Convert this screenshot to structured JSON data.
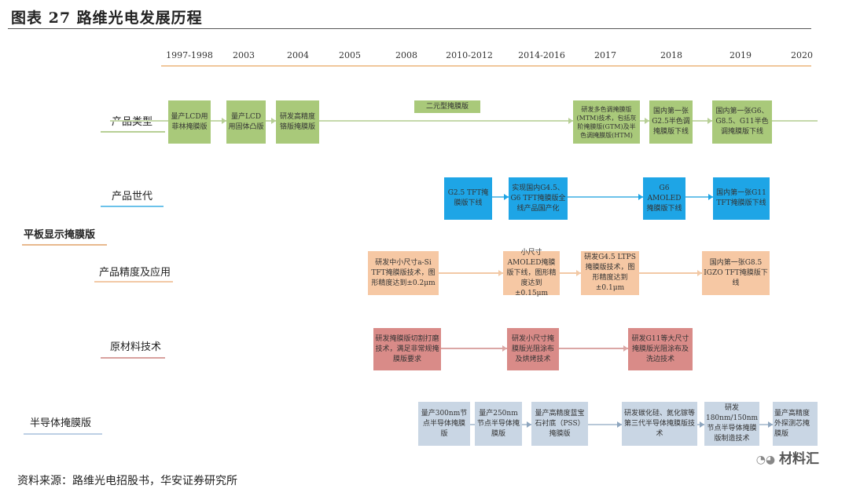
{
  "title": "图表 27 路维光电发展历程",
  "years": [
    "1997-1998",
    "2003",
    "2004",
    "2005",
    "2008",
    "2010-2012",
    "2014-2016",
    "2017",
    "2018",
    "2019",
    "2020"
  ],
  "categories": {
    "display": "平板显示掩膜版",
    "type": "产品类型",
    "generation": "产品世代",
    "precision": "产品精度及应用",
    "material": "原材料技术",
    "semi": "半导体掩膜版"
  },
  "rows": {
    "type": [
      "量产LCD用菲林掩膜版",
      "量产LCD用固体凸版",
      "研发高精度铬版掩膜版",
      "二元型掩膜版",
      "研发多色调掩膜版(MTM)技术，包括灰阶掩膜版(GTM)及半色调掩膜版(HTM)",
      "国内第一张G2.5半色调掩膜版下线",
      "国内第一张G6、G8.5、G11半色调掩膜版下线"
    ],
    "generation": [
      "G2.5 TFT掩膜版下线",
      "实现国内G4.5、G6 TFT掩膜版全线产品国产化",
      "G6 AMOLED掩膜版下线",
      "国内第一张G11 TFT掩膜版下线"
    ],
    "precision": [
      "研发中小尺寸a-Si TFT掩膜版技术，图形精度达到±0.2μm",
      "小尺寸AMOLED掩膜版下线，图形精度达到±0.15μm",
      "研发G4.5 LTPS掩膜版技术，图形精度达到±0.1μm",
      "国内第一张G8.5 IGZO TFT掩膜版下线"
    ],
    "material": [
      "研发掩膜版切割打磨技术，满足非常规掩膜版要求",
      "研发小尺寸掩膜版光阻涂布及烘烤技术",
      "研发G11等大尺寸掩膜版光阻涂布及洗边技术"
    ],
    "semi": [
      "量产300nm节点半导体掩膜版",
      "量产250nm节点半导体掩膜版",
      "量产高精度蓝宝石衬底（PSS）掩膜版",
      "研发碳化硅、氮化镓等第三代半导体掩膜版技术",
      "研发180nm/150nm节点半导体掩膜版制造技术",
      "量产高精度外探测芯掩膜版"
    ]
  },
  "source": "资料来源：路维光电招股书，华安证券研究所",
  "watermark": "材料汇",
  "colors": {
    "type": "#a9c97a",
    "generation": "#1ea5e6",
    "precision": "#f6c8a4",
    "material": "#d98b88",
    "semi": "#c9d6e4"
  }
}
